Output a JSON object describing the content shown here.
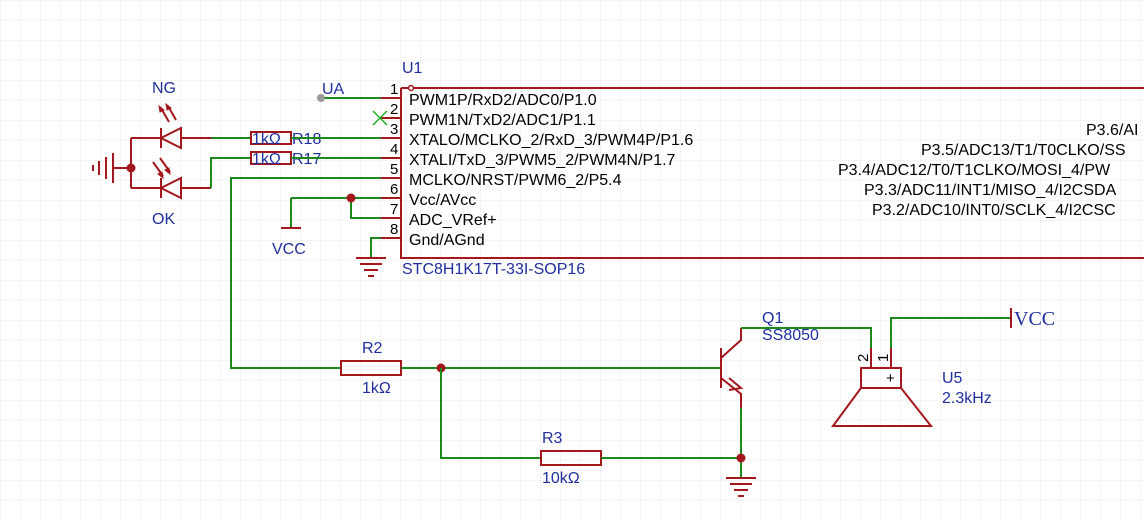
{
  "labels": {
    "u1_ref": "U1",
    "u1_part": "STC8H1K17T-33I-SOP16",
    "ua": "UA",
    "ng": "NG",
    "ok": "OK",
    "r18_val": "1kΩ",
    "r18_ref": "R18",
    "r17_val": "1kΩ",
    "r17_ref": "R17",
    "vcc_left": "VCC",
    "r2_ref": "R2",
    "r2_val": "1kΩ",
    "r3_ref": "R3",
    "r3_val": "10kΩ",
    "q1_ref": "Q1",
    "q1_part": "SS8050",
    "u5_ref": "U5",
    "u5_val": "2.3kHz",
    "vcc_right": "VCC",
    "bz_pin2": "2",
    "bz_pin1": "1",
    "bz_plus": "+"
  },
  "u1_left_pins": [
    {
      "num": "1",
      "name": "PWM1P/RxD2/ADC0/P1.0"
    },
    {
      "num": "2",
      "name": "PWM1N/TxD2/ADC1/P1.1"
    },
    {
      "num": "3",
      "name": "XTALO/MCLKO_2/RxD_3/PWM4P/P1.6"
    },
    {
      "num": "4",
      "name": "XTALI/TxD_3/PWM5_2/PWM4N/P1.7"
    },
    {
      "num": "5",
      "name": "MCLKO/NRST/PWM6_2/P5.4"
    },
    {
      "num": "6",
      "name": "Vcc/AVcc"
    },
    {
      "num": "7",
      "name": "ADC_VRef+"
    },
    {
      "num": "8",
      "name": "Gnd/AGnd"
    }
  ],
  "u1_right_pins": [
    {
      "name": "P3.6/AI"
    },
    {
      "name": "P3.5/ADC13/T1/T0CLKO/SS"
    },
    {
      "name": "P3.4/ADC12/T0/T1CLKO/MOSI_4/PW"
    },
    {
      "name": "P3.3/ADC11/INT1/MISO_4/I2CSDA"
    },
    {
      "name": "P3.2/ADC10/INT0/SCLK_4/I2CSC"
    }
  ],
  "colors": {
    "wire": "#1a8a1a",
    "symbol": "#a3171d",
    "label": "#1f2f9e",
    "grid": "#e6e6e6"
  }
}
